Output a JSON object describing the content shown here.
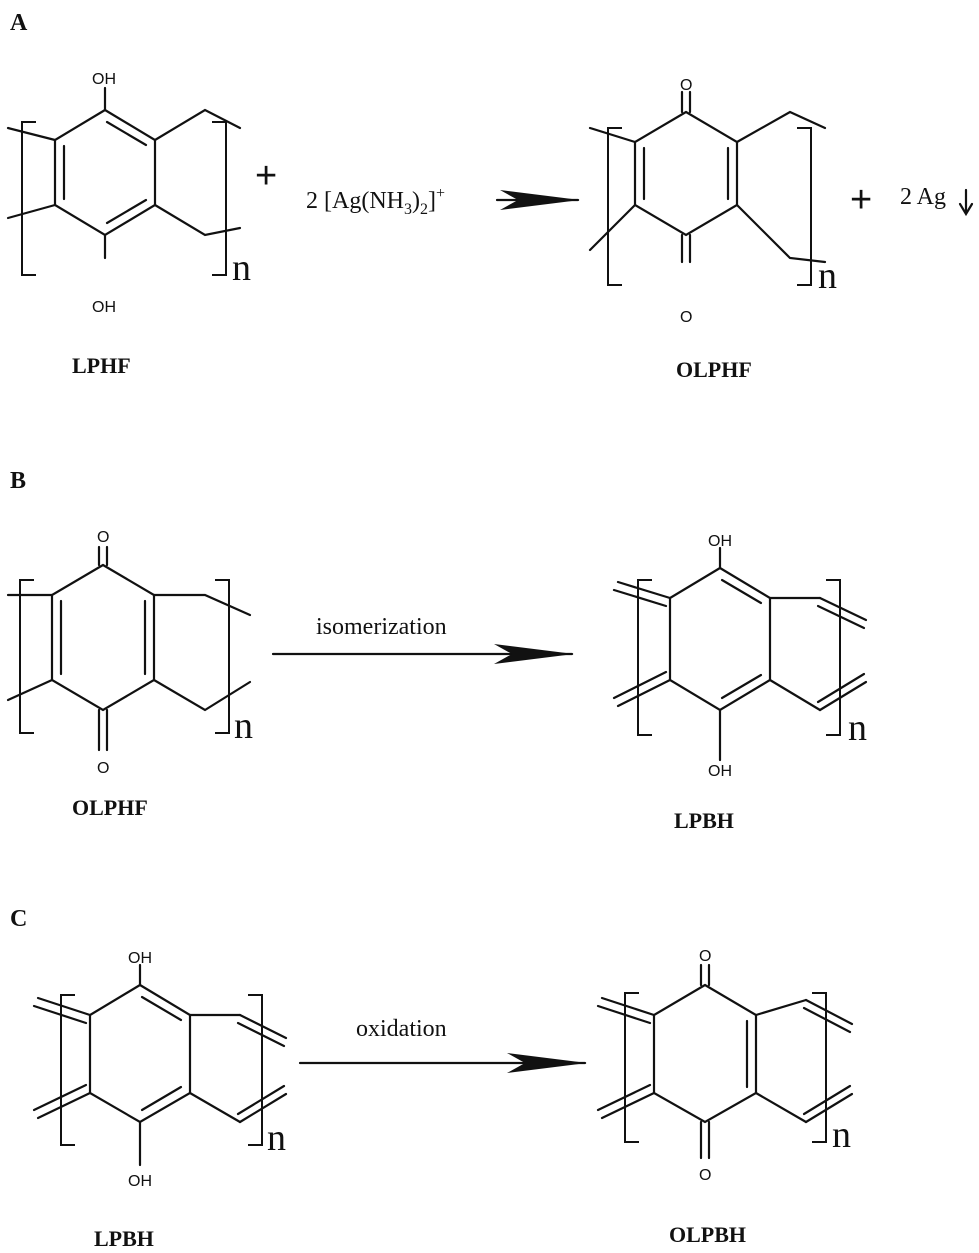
{
  "panels": {
    "A": {
      "letter": "A",
      "reactant_label": "LPHF",
      "product_label": "OLPHF",
      "reactant_oh_top": "OH",
      "reactant_oh_bottom": "OH",
      "product_o_top": "O",
      "product_o_bottom": "O",
      "reactant_repeat": "n",
      "product_repeat": "n",
      "plus1": "+",
      "reagent_coeff": "2 [Ag(NH",
      "reagent_sub3": "3",
      "reagent_close": ")",
      "reagent_sub2": "2",
      "reagent_bracket": "]",
      "reagent_charge": "+",
      "plus2": "+",
      "silver": "2 Ag"
    },
    "B": {
      "letter": "B",
      "reactant_label": "OLPHF",
      "product_label": "LPBH",
      "reactant_o_top": "O",
      "reactant_o_bottom": "O",
      "product_oh_top": "OH",
      "product_oh_bottom": "OH",
      "reactant_repeat": "n",
      "product_repeat": "n",
      "arrow_label": "isomerization"
    },
    "C": {
      "letter": "C",
      "reactant_label": "LPBH",
      "product_label": "OLPBH",
      "reactant_oh_top": "OH",
      "reactant_oh_bottom": "OH",
      "product_o_top": "O",
      "product_o_bottom": "O",
      "reactant_repeat": "n",
      "product_repeat": "n",
      "arrow_label": "oxidation"
    }
  }
}
